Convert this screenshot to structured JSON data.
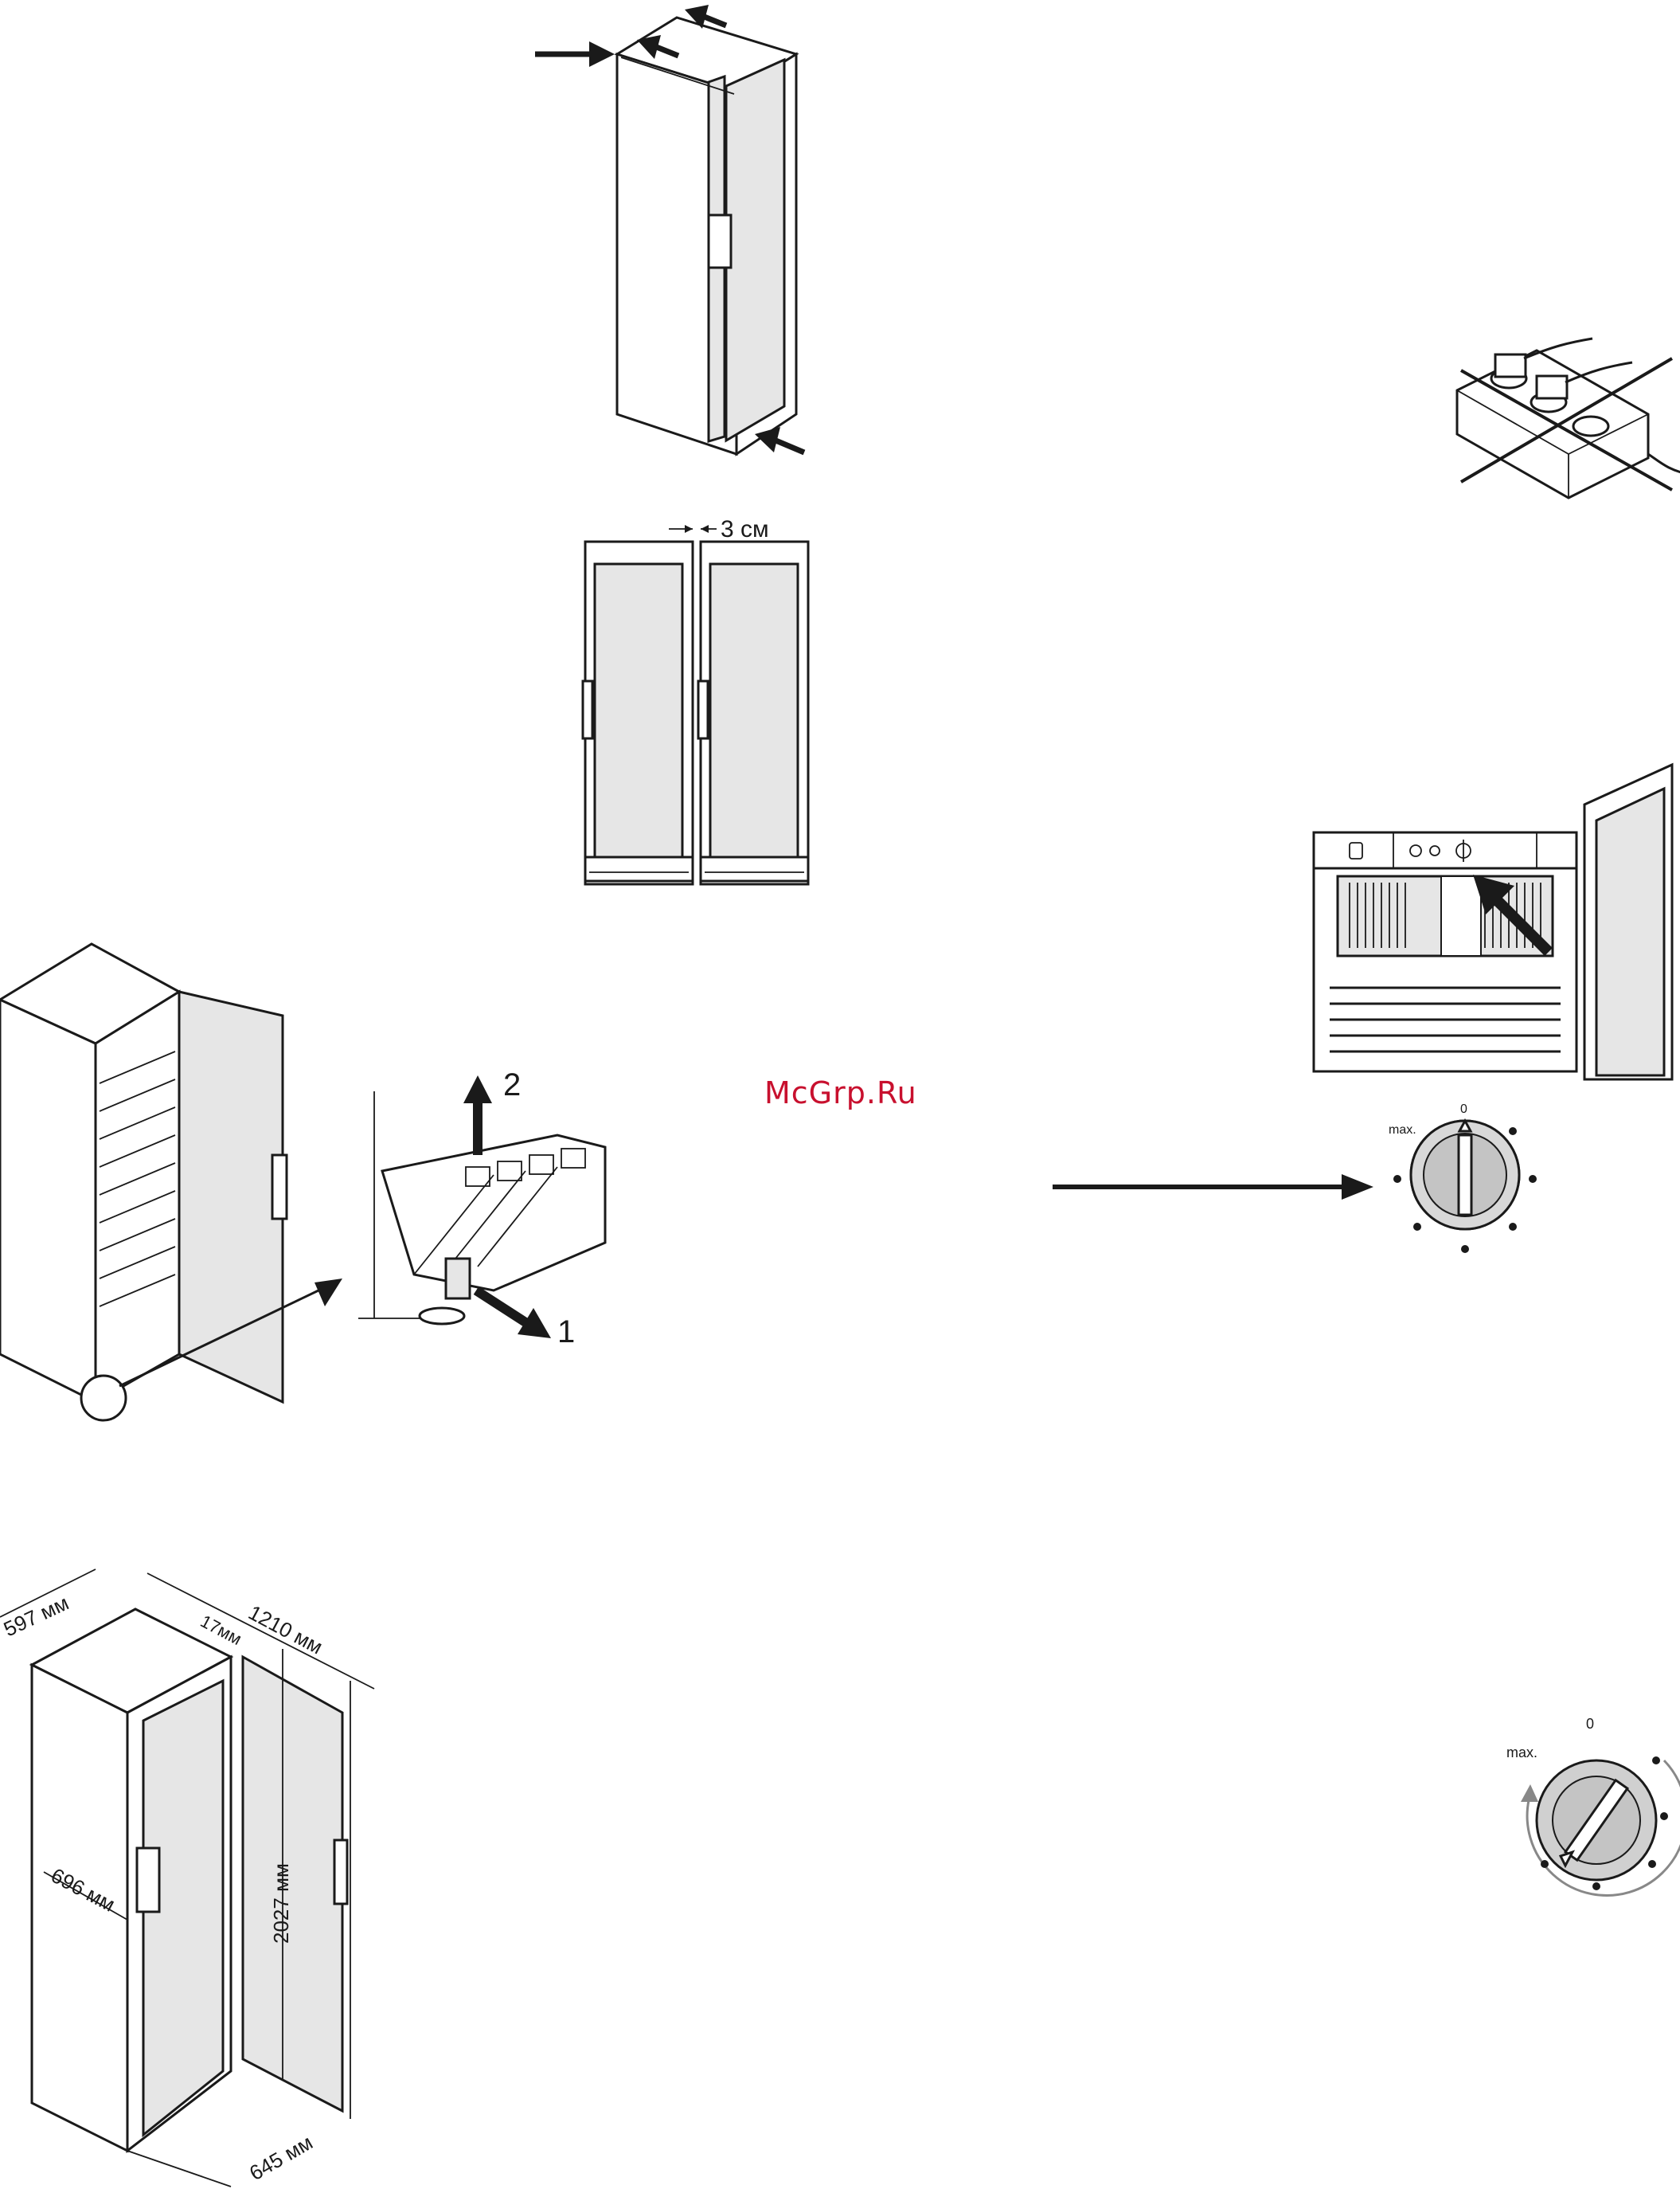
{
  "watermark": "McGrp.Ru",
  "gap_figure": {
    "gap_label": "3 см"
  },
  "levelling_figure": {
    "step1": "1",
    "step2": "2"
  },
  "dial_upper": {
    "zero_label": "0",
    "max_label": "max."
  },
  "dial_lower": {
    "zero_label": "0",
    "max_label": "max."
  },
  "dimensions": {
    "width": "597 мм",
    "door_open_depth": "1210 мм",
    "door_offset": "17мм",
    "height": "2027 мм",
    "depth": "696 мм",
    "door_swing": "645 мм"
  }
}
